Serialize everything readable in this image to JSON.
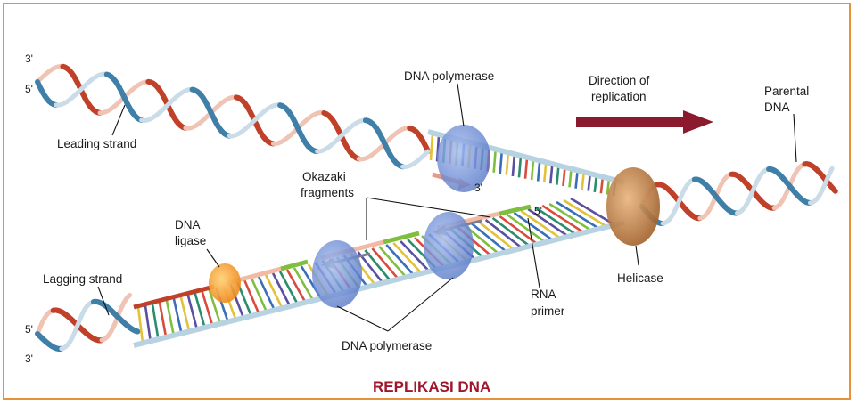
{
  "diagram": {
    "title": "REPLIKASI DNA",
    "direction_label_line1": "Direction of",
    "direction_label_line2": "replication",
    "parental_line1": "Parental",
    "parental_line2": "DNA",
    "dna_polymerase_top": "DNA polymerase",
    "dna_polymerase_bottom": "DNA polymerase",
    "leading_strand": "Leading strand",
    "lagging_strand": "Lagging strand",
    "okazaki_line1": "Okazaki",
    "okazaki_line2": "fragments",
    "ligase_line1": "DNA",
    "ligase_line2": "ligase",
    "rna_primer_line1": "RNA",
    "rna_primer_line2": "primer",
    "helicase": "Helicase",
    "end_top_3": "3'",
    "end_top_5": "5'",
    "end_bottom_5": "5'",
    "end_bottom_3": "3'",
    "leading_3_end": "3'",
    "lagging_5_end": "5'"
  },
  "colors": {
    "border": "#e8913b",
    "title": "#a0162b",
    "arrow": "#8b1a2f",
    "strand_red": "#c0412a",
    "strand_blue": "#3f7fa8",
    "strand_light": "#cfe1ec",
    "polymerase": "#6f8fd6",
    "helicase": "#c9874a",
    "ligase": "#f5a623",
    "primer": "#7fbf3f"
  }
}
